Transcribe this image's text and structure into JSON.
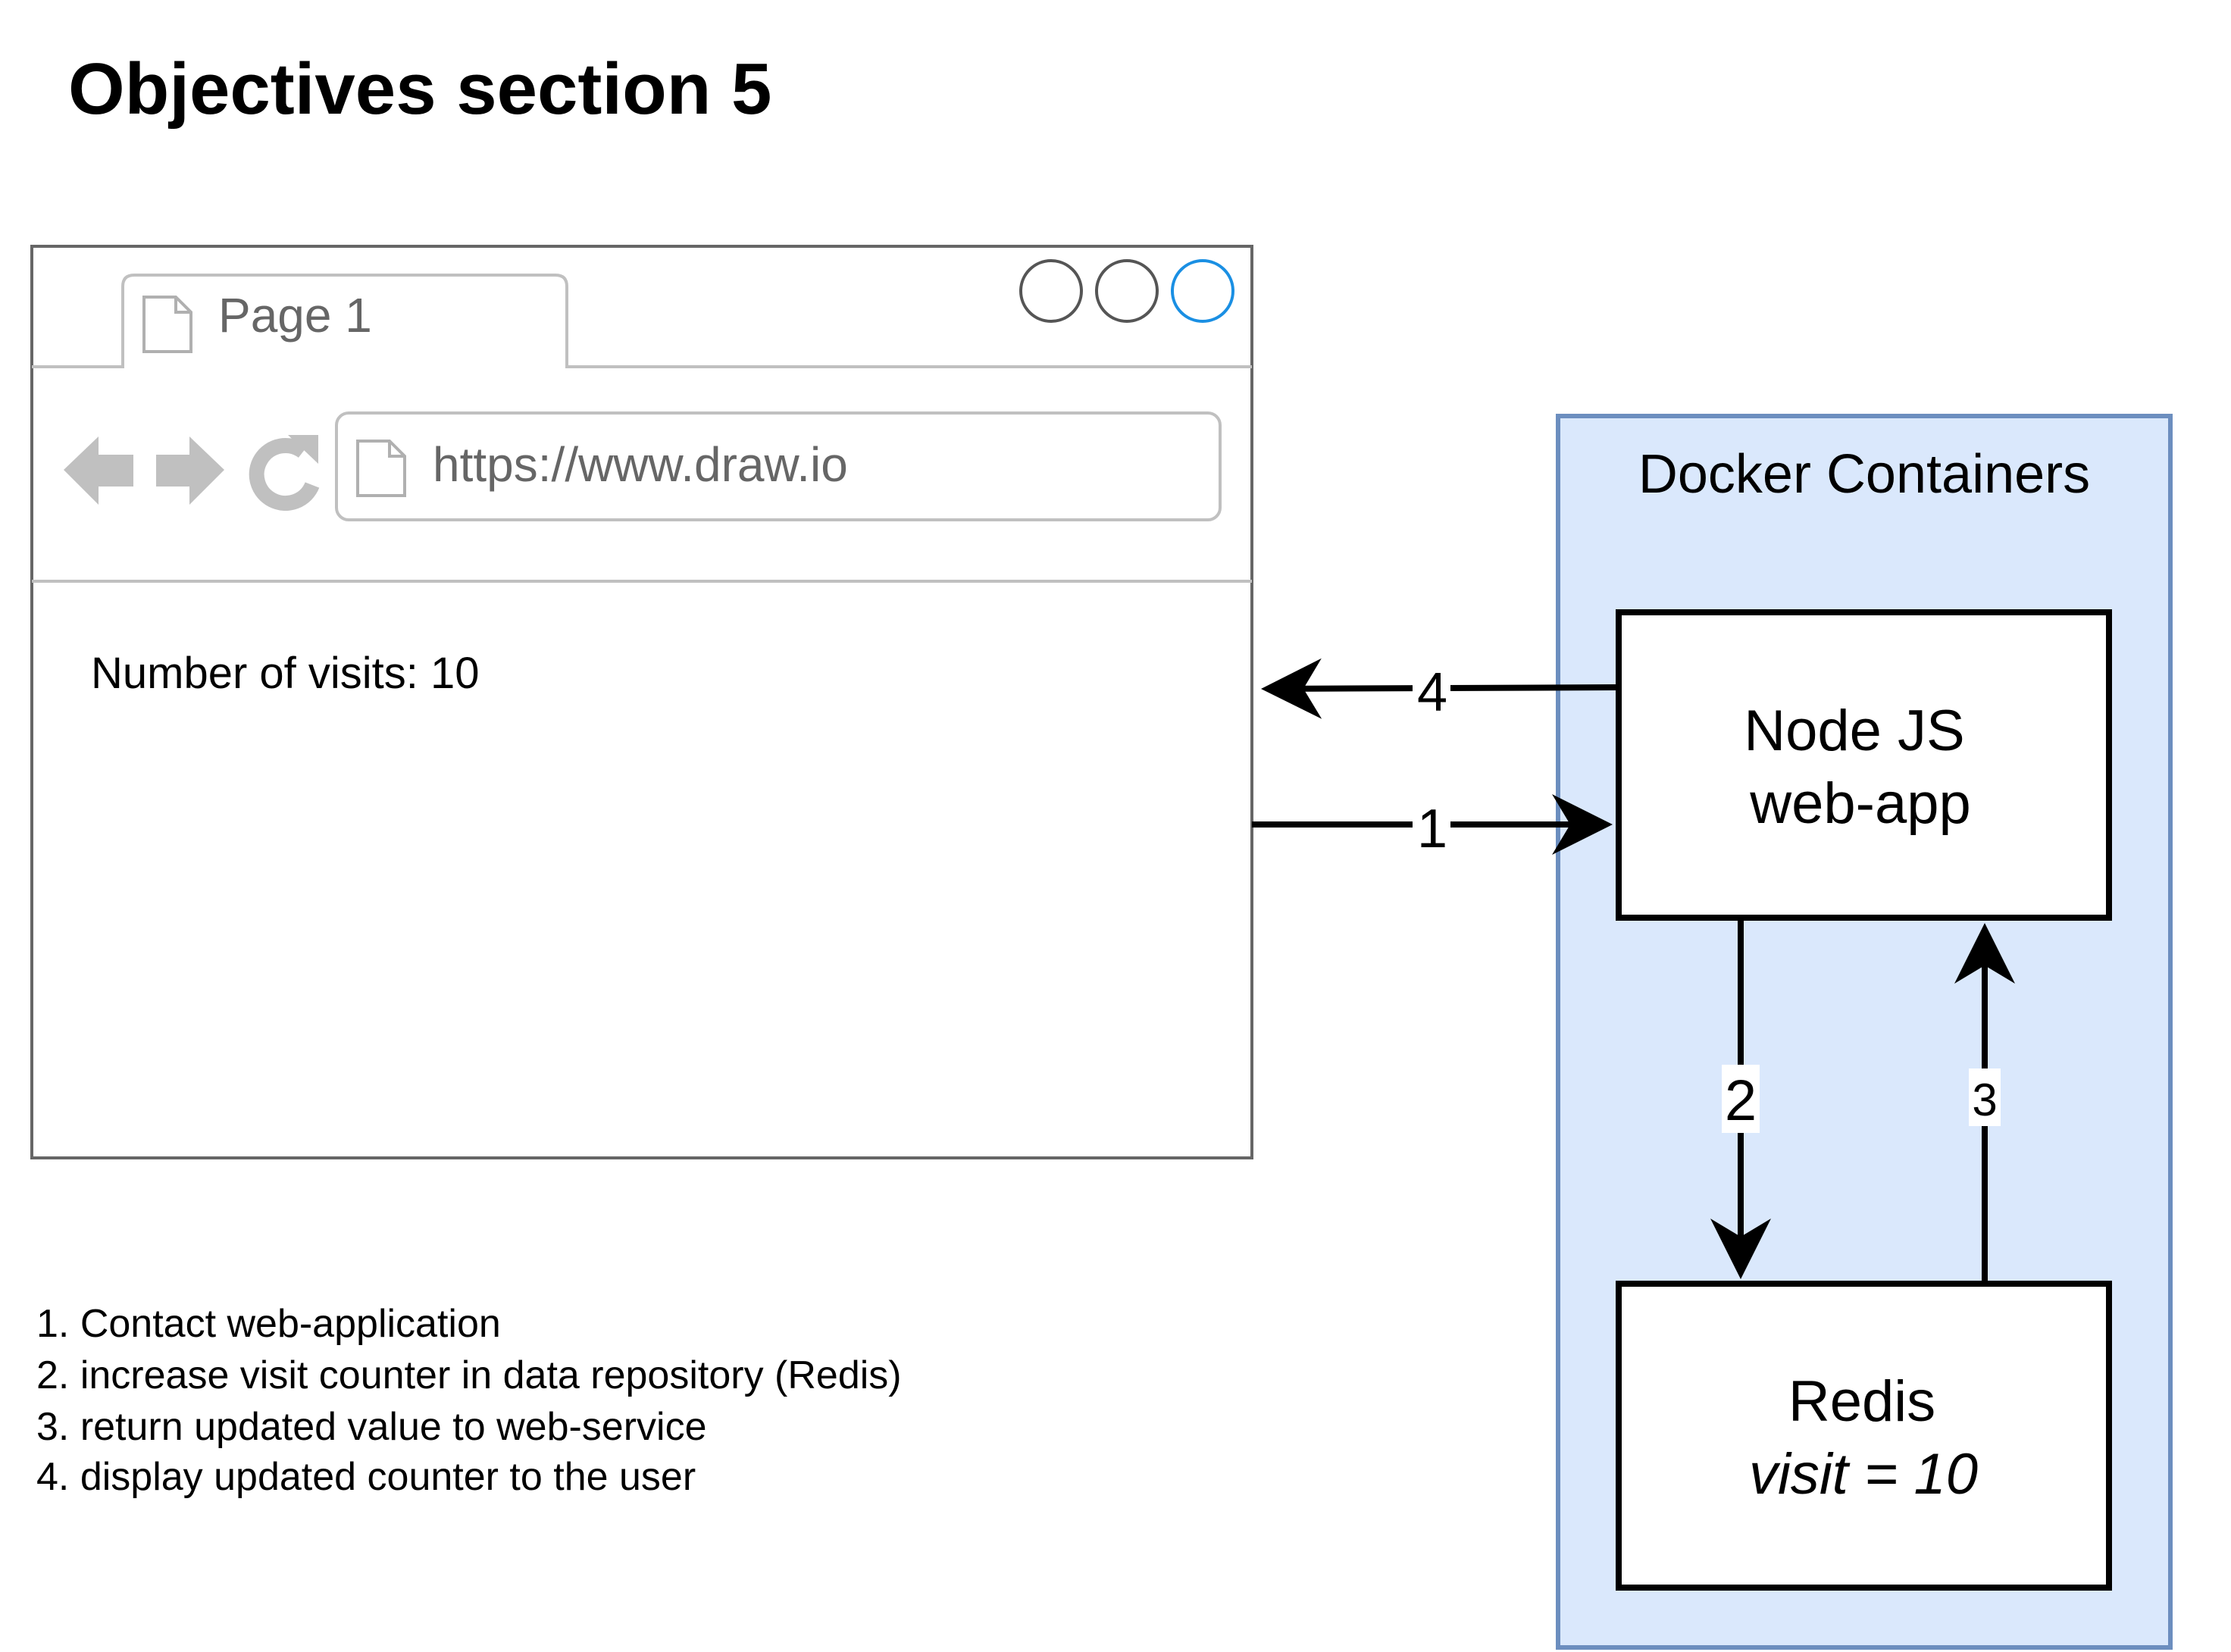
{
  "title": "Objectives section 5",
  "browser": {
    "tab_label": "Page 1",
    "url": "https://www.draw.io",
    "content_text": "Number of visits: 10",
    "icons": {
      "back": "back-arrow-icon",
      "forward": "forward-arrow-icon",
      "reload": "reload-icon",
      "page": "page-icon",
      "window_buttons": [
        "window-circle-icon",
        "window-circle-icon",
        "window-circle-icon"
      ]
    }
  },
  "docker": {
    "label": "Docker Containers",
    "node": {
      "line1": "Node JS",
      "line2": "web-app"
    },
    "redis": {
      "line1": "Redis",
      "line2": "visit = 10"
    }
  },
  "arrows": {
    "a1": "1",
    "a2": "2",
    "a3": "3",
    "a4": "4"
  },
  "steps": [
    "1. Contact web-application",
    "2. increase visit counter in data repository (Redis)",
    "3. return updated value to web-service",
    "4. display updated counter to the user"
  ],
  "colors": {
    "docker_fill": "#dae8fc",
    "docker_stroke": "#6c8ebf",
    "browser_stroke": "#666666",
    "icon_gray": "#c0c0c0",
    "accent_blue": "#1a8fe3"
  }
}
